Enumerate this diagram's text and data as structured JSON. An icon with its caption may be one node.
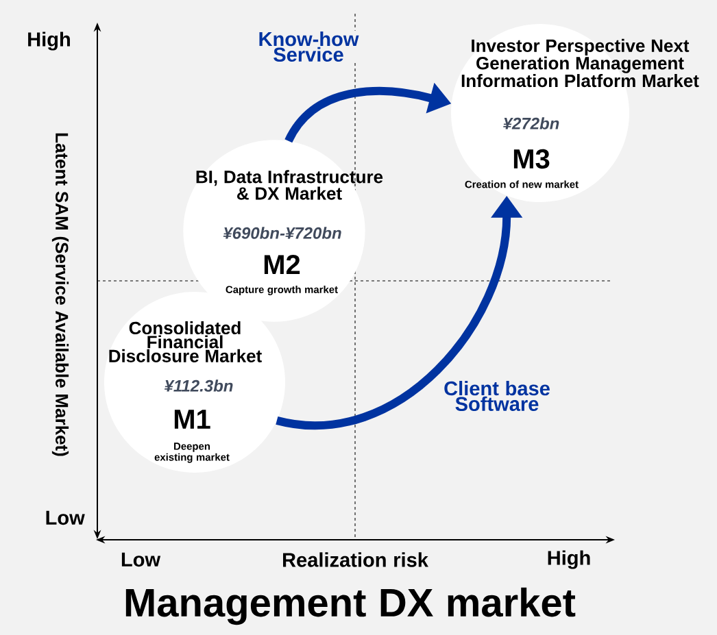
{
  "diagram": {
    "title": "Management DX market",
    "nodes": [
      {
        "text": [
          "Consolidated Financial Disclosure Market",
          "¥112.3bn",
          "M1",
          "Deepen existing market"
        ]
      },
      {
        "text": [
          "BI, Data Infrastructure & DX Market",
          "¥690bn-¥720bn",
          "M2",
          "Capture growth market"
        ]
      },
      {
        "text": [
          "Investor Perspective Next Generation Management Information Platform Market",
          "¥272bn",
          "M3",
          "Creation of new market"
        ]
      }
    ],
    "edges": [
      {
        "from": 1,
        "to": 2,
        "arrow": "to",
        "label": "Know-how Service"
      },
      {
        "from": 0,
        "to": 2,
        "arrow": "to",
        "label": "Client base Software"
      }
    ],
    "labels": [
      "High",
      "Latent SAM (Service Available Market)",
      "Low",
      "Low",
      "Realization risk",
      "High"
    ]
  }
}
